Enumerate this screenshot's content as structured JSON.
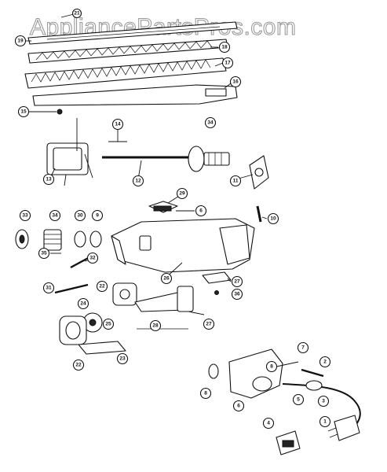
{
  "watermark": "AppliancePartsPros.com",
  "callouts": [
    {
      "id": "c21",
      "label": "21"
    },
    {
      "id": "c19",
      "label": "19"
    },
    {
      "id": "c18",
      "label": "18"
    },
    {
      "id": "c17",
      "label": "17"
    },
    {
      "id": "c16",
      "label": "16"
    },
    {
      "id": "c15",
      "label": "15"
    },
    {
      "id": "c14",
      "label": "14"
    },
    {
      "id": "c34a",
      "label": "34"
    },
    {
      "id": "c13",
      "label": "13"
    },
    {
      "id": "c12",
      "label": "12"
    },
    {
      "id": "c11",
      "label": "11"
    },
    {
      "id": "c29",
      "label": "29"
    },
    {
      "id": "c6a",
      "label": "6"
    },
    {
      "id": "c10",
      "label": "10"
    },
    {
      "id": "c33",
      "label": "33"
    },
    {
      "id": "c34b",
      "label": "34"
    },
    {
      "id": "c30",
      "label": "30"
    },
    {
      "id": "c9",
      "label": "9"
    },
    {
      "id": "c35",
      "label": "35"
    },
    {
      "id": "c32",
      "label": "32"
    },
    {
      "id": "c31",
      "label": "31"
    },
    {
      "id": "c22a",
      "label": "22"
    },
    {
      "id": "c26",
      "label": "26"
    },
    {
      "id": "c27a",
      "label": "27"
    },
    {
      "id": "c36",
      "label": "36"
    },
    {
      "id": "c24",
      "label": "24"
    },
    {
      "id": "c25",
      "label": "25"
    },
    {
      "id": "c28",
      "label": "28"
    },
    {
      "id": "c27b",
      "label": "27"
    },
    {
      "id": "c22b",
      "label": "22"
    },
    {
      "id": "c23",
      "label": "23"
    },
    {
      "id": "c7",
      "label": "7"
    },
    {
      "id": "c8",
      "label": "8"
    },
    {
      "id": "c2",
      "label": "2"
    },
    {
      "id": "c8b",
      "label": "8"
    },
    {
      "id": "c3",
      "label": "3"
    },
    {
      "id": "c5",
      "label": "5"
    },
    {
      "id": "c6b",
      "label": "6"
    },
    {
      "id": "c4",
      "label": "4"
    },
    {
      "id": "c1",
      "label": "1"
    }
  ]
}
